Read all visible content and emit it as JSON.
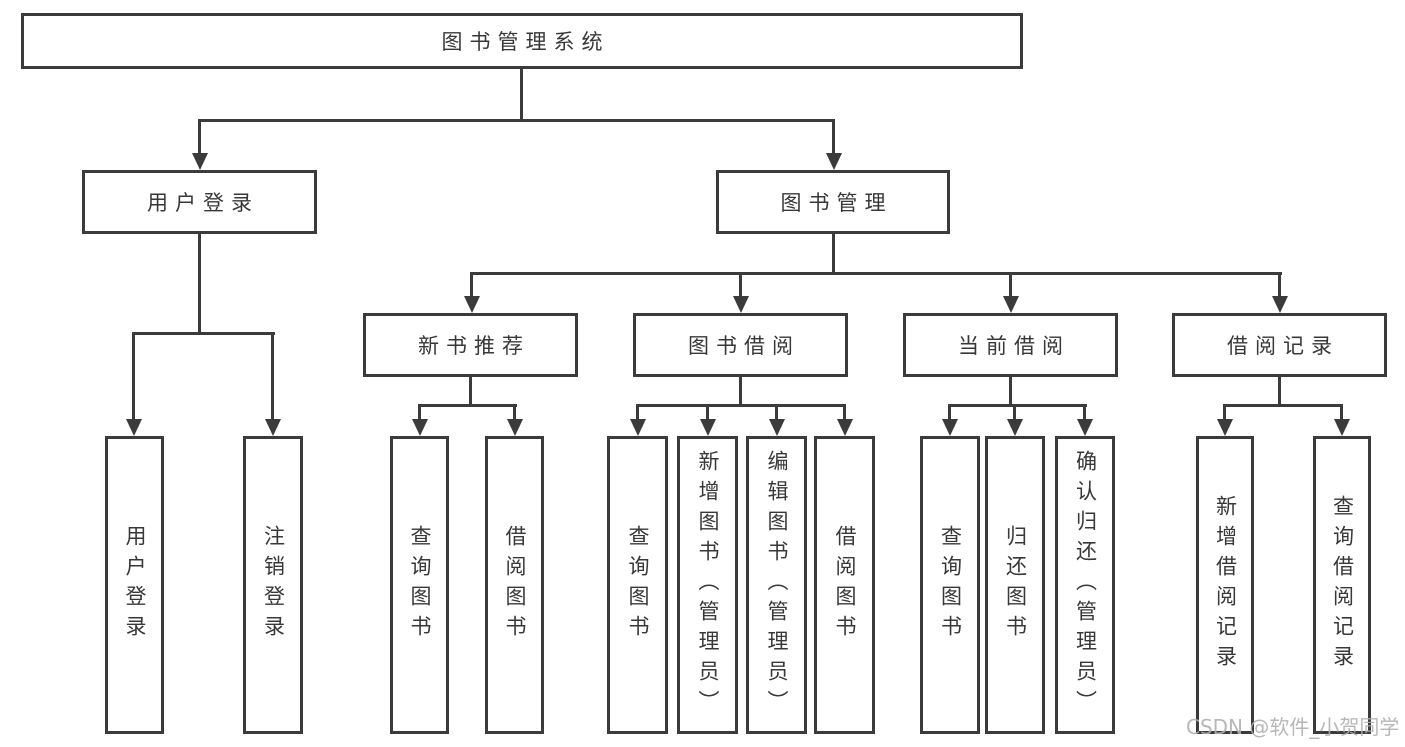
{
  "diagram": {
    "title": "图书管理系统",
    "level1": [
      {
        "label": "用户登录"
      },
      {
        "label": "图书管理"
      }
    ],
    "level2": [
      {
        "label": "新书推荐"
      },
      {
        "label": "图书借阅"
      },
      {
        "label": "当前借阅"
      },
      {
        "label": "借阅记录"
      }
    ],
    "leaves": [
      {
        "label": "用户登录"
      },
      {
        "label": "注销登录"
      },
      {
        "label": "查询图书"
      },
      {
        "label": "借阅图书"
      },
      {
        "label": "查询图书"
      },
      {
        "label": "新增图书（管理员）"
      },
      {
        "label": "编辑图书（管理员）"
      },
      {
        "label": "借阅图书"
      },
      {
        "label": "查询图书"
      },
      {
        "label": "归还图书"
      },
      {
        "label": "确认归还（管理员）"
      },
      {
        "label": "新增借阅记录"
      },
      {
        "label": "查询借阅记录"
      }
    ],
    "watermark": "CSDN @软件_小贺同学",
    "colors": {
      "stroke": "#3b3b3b",
      "text": "#383838",
      "watermark": "#b0b0b0",
      "background": "#ffffff"
    }
  }
}
